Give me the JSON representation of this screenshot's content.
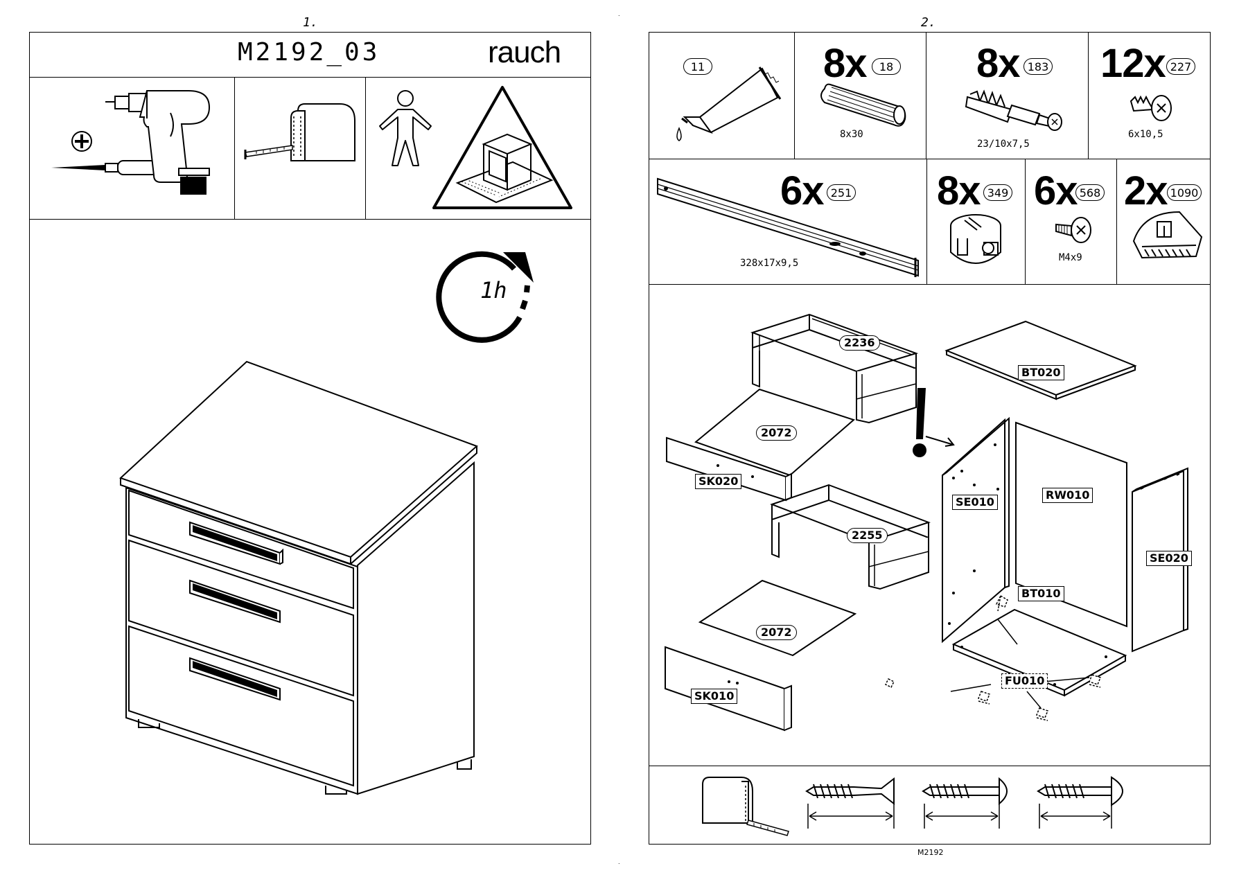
{
  "left_page": {
    "page_number": "1.",
    "model": "M2192_03",
    "brand": "rauch",
    "duration": "1h",
    "icons": [
      "screwdriver-icon",
      "drill-icon",
      "tape-measure-icon",
      "person-icon",
      "floor-protection-warning-icon",
      "clock-icon",
      "nightstand-icon"
    ]
  },
  "right_page": {
    "page_number": "2.",
    "hardware": [
      {
        "qty": "",
        "code": "11",
        "dim": "",
        "icon": "glue-tube-icon"
      },
      {
        "qty": "8x",
        "code": "18",
        "dim": "8x30",
        "icon": "dowel-icon"
      },
      {
        "qty": "8x",
        "code": "183",
        "dim": "23/10x7,5",
        "icon": "connector-bolt-icon"
      },
      {
        "qty": "12x",
        "code": "227",
        "dim": "6x10,5",
        "icon": "screw-icon"
      },
      {
        "qty": "6x",
        "code": "251",
        "dim": "328x17x9,5",
        "icon": "drawer-runner-icon"
      },
      {
        "qty": "8x",
        "code": "349",
        "dim": "",
        "icon": "cam-lock-icon"
      },
      {
        "qty": "6x",
        "code": "568",
        "dim": "M4x9",
        "icon": "small-screw-icon"
      },
      {
        "qty": "2x",
        "code": "1090",
        "dim": "",
        "icon": "foot-glider-icon"
      }
    ],
    "parts": {
      "drawer_top_frame": "2236",
      "drawer_top_bottom": "2072",
      "drawer_top_front": "SK020",
      "drawer_bottom_frame": "2255",
      "drawer_bottom_bottom": "2072",
      "drawer_bottom_front": "SK010",
      "top_panel": "BT020",
      "left_side": "SE010",
      "back_panel": "RW010",
      "right_side": "SE020",
      "base_panel": "BT010",
      "feet": "FU010"
    },
    "footer": "M2192"
  }
}
